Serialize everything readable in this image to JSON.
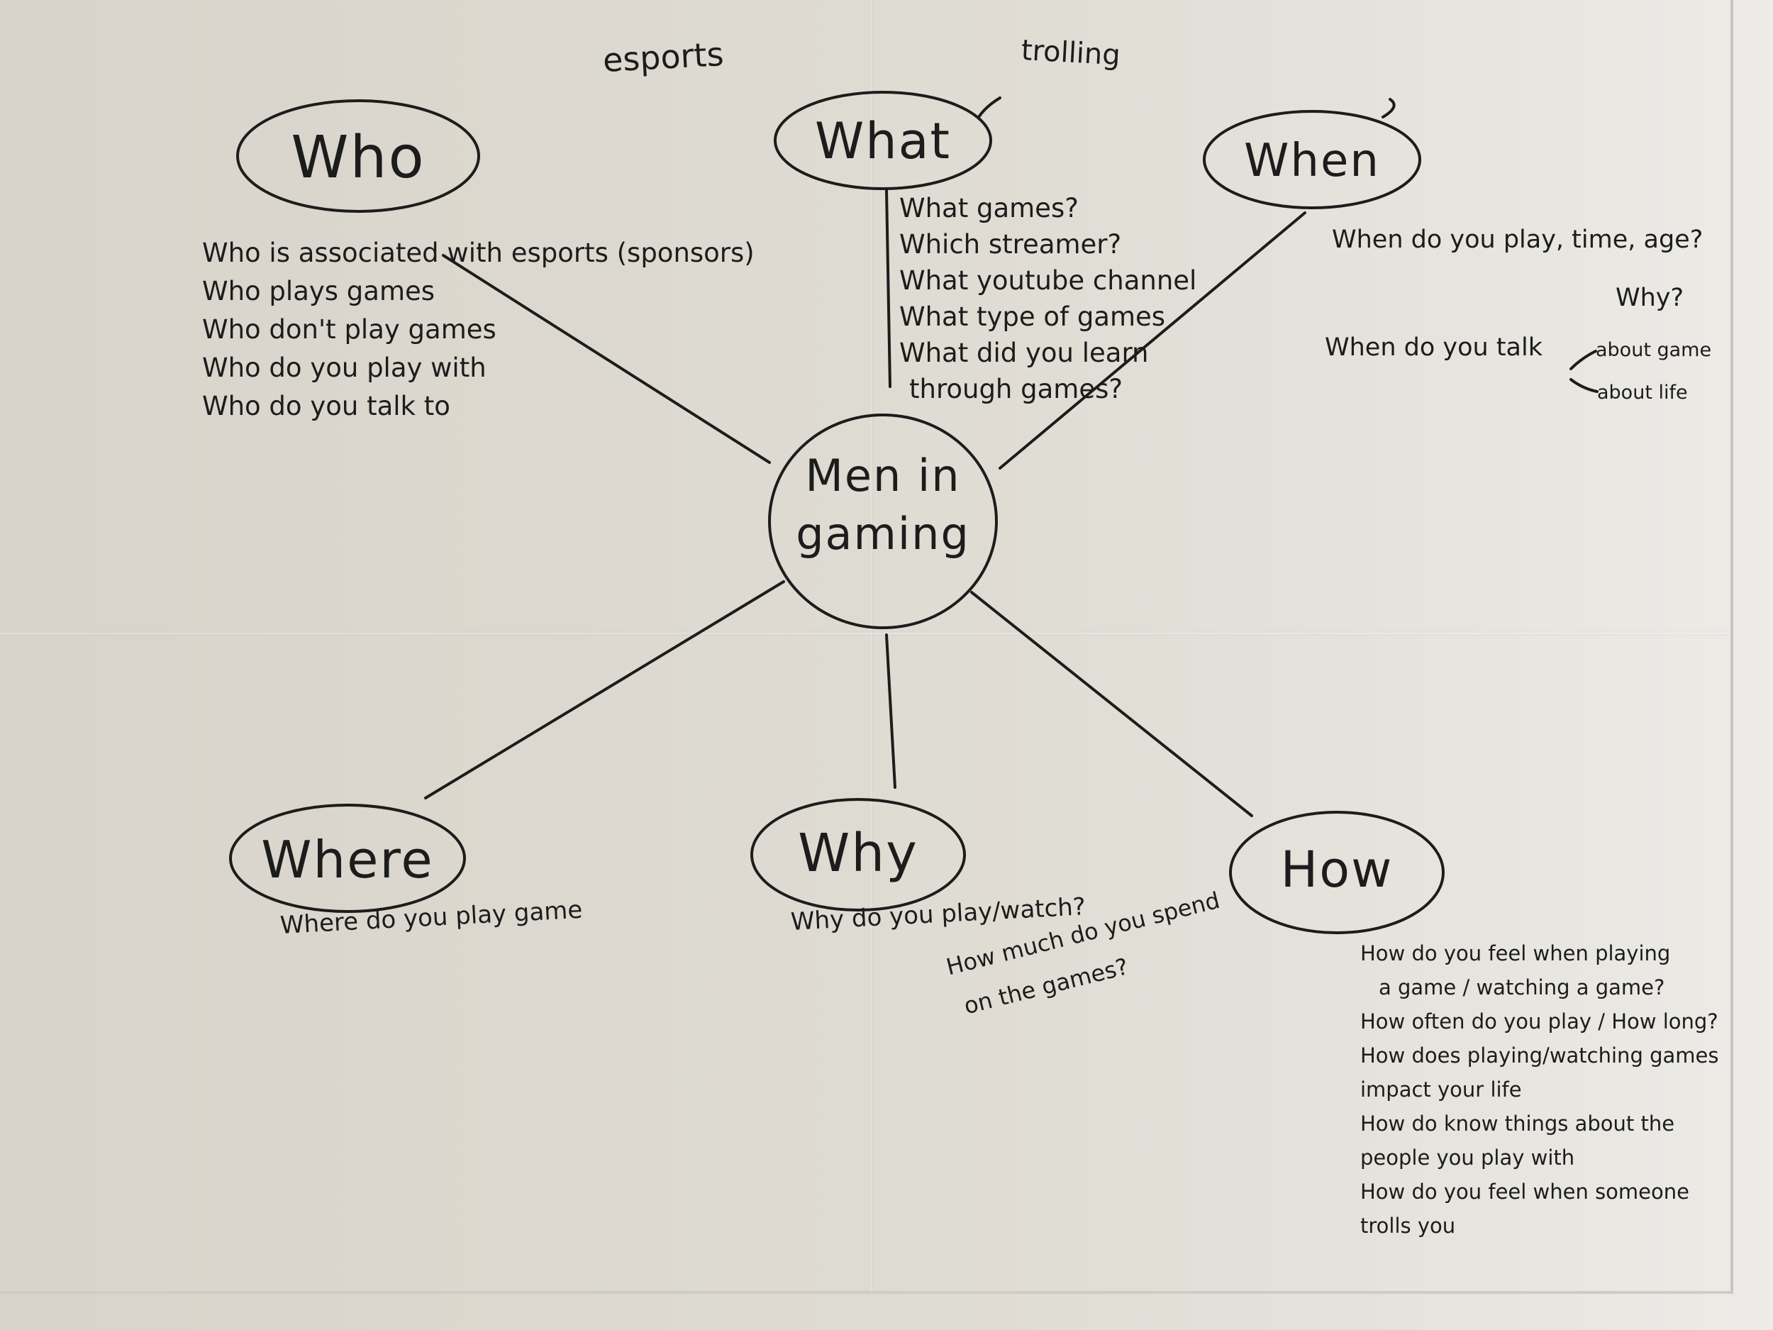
{
  "title": "Men in gaming",
  "top_notes": [
    "esports",
    "trolling"
  ],
  "nodes": {
    "who": {
      "label": "Who",
      "items": [
        "Who is associated with esports (sponsors)",
        "Who plays games",
        "Who don't play games",
        "Who do you play with",
        "Who do you talk to"
      ]
    },
    "what": {
      "label": "What",
      "items": [
        "What games?",
        "Which streamer?",
        "What youtube channel",
        "What type of games",
        "What did you learn",
        "through games?"
      ]
    },
    "when": {
      "label": "When",
      "items": [
        "When do you play, time, age?",
        "Why?",
        "When do you talk"
      ],
      "talk_branches": [
        "about game",
        "about life"
      ]
    },
    "where": {
      "label": "Where",
      "items": [
        "Where do you play game"
      ]
    },
    "why": {
      "label": "Why",
      "items": [
        "Why do you play/watch?",
        "How much do you spend",
        "on the games?"
      ]
    },
    "how": {
      "label": "How",
      "items": [
        "How do you feel when playing",
        "a game / watching a game?",
        "How often do you play / How long?",
        "How does playing/watching games",
        "impact your life",
        "How do know things about the",
        "people you play with",
        "How do you feel when someone",
        "trolls you"
      ]
    }
  },
  "colors": {
    "ink": "#1c1c1c",
    "paper": "#dcd8cf"
  }
}
